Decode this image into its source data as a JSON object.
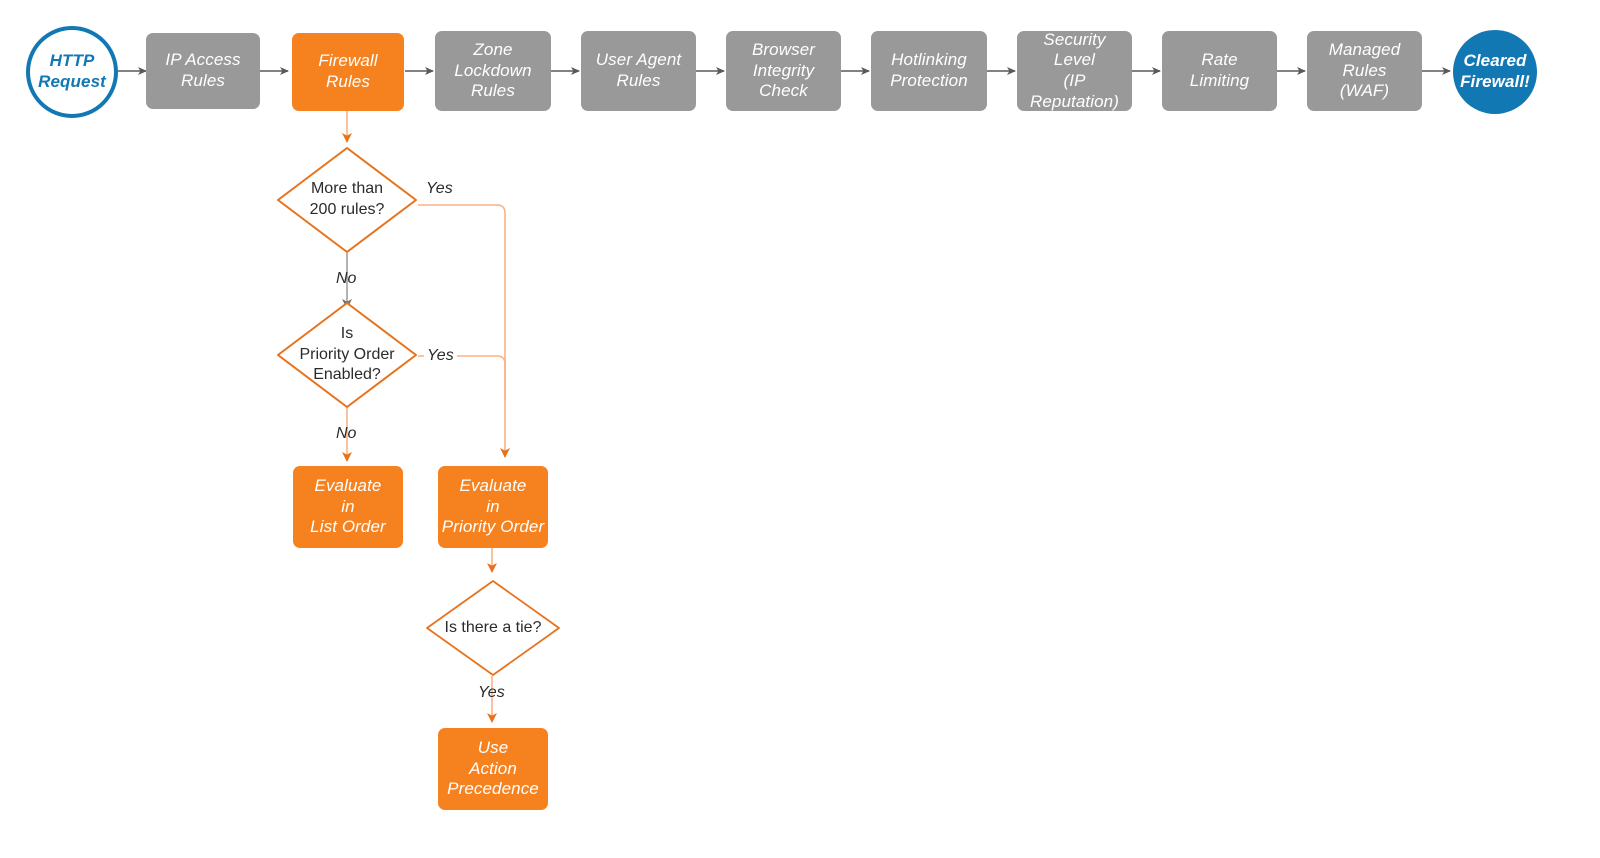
{
  "diagram": {
    "title": "Cloudflare firewall rules evaluation order flowchart",
    "colors": {
      "gray_node": "#999999",
      "orange_node": "#f6821f",
      "blue_node": "#1278b4",
      "gray_arrow": "#595959",
      "orange_arrow": "#e8721c",
      "orange_wire": "#f9b286"
    }
  },
  "pipeline": {
    "start": {
      "label": "HTTP\nRequest",
      "shape": "circle-outline"
    },
    "steps": [
      {
        "label": "IP Access\nRules",
        "state": "inactive"
      },
      {
        "label": "Firewall\nRules",
        "state": "active"
      },
      {
        "label": "Zone\nLockdown\nRules",
        "state": "inactive"
      },
      {
        "label": "User Agent\nRules",
        "state": "inactive"
      },
      {
        "label": "Browser\nIntegrity\nCheck",
        "state": "inactive"
      },
      {
        "label": "Hotlinking\nProtection",
        "state": "inactive"
      },
      {
        "label": "Security\nLevel\n(IP Reputation)",
        "state": "inactive"
      },
      {
        "label": "Rate\nLimiting",
        "state": "inactive"
      },
      {
        "label": "Managed\nRules\n(WAF)",
        "state": "inactive"
      }
    ],
    "end": {
      "label": "Cleared\nFirewall!",
      "shape": "circle-filled"
    }
  },
  "decisions": [
    {
      "label": "More than\n200 rules?"
    },
    {
      "label": "Is\nPriority Order\nEnabled?"
    },
    {
      "label": "Is there a tie?"
    }
  ],
  "outcomes": [
    {
      "label": "Evaluate\nin\nList Order"
    },
    {
      "label": "Evaluate\nin\nPriority Order"
    },
    {
      "label": "Use\nAction\nPrecedence"
    }
  ],
  "edge_labels": {
    "more_than_200_yes": "Yes",
    "more_than_200_no": "No",
    "priority_order_yes": "Yes",
    "priority_order_no": "No",
    "tie_yes": "Yes"
  }
}
